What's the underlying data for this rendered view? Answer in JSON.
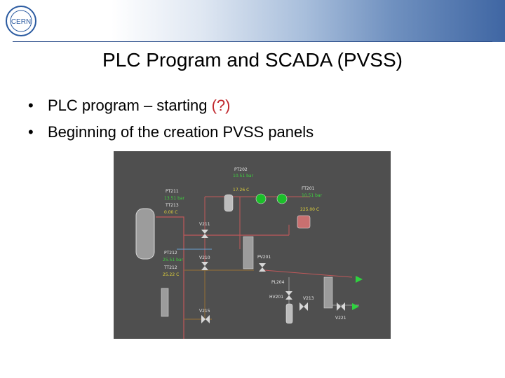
{
  "slide": {
    "title": "PLC Program and SCADA (PVSS)",
    "bullets": [
      {
        "text": "PLC program – starting",
        "highlight": "(?)"
      },
      {
        "text": "Beginning of the creation PVSS panels"
      }
    ]
  },
  "logo": {
    "text": "CERN"
  },
  "scada": {
    "PT202": {
      "label": "PT202",
      "value": "10.51 bar"
    },
    "PT201": {
      "label": "PT211",
      "value": "13.51 bar"
    },
    "TT213": {
      "label": "TT213",
      "value": "0.00 C"
    },
    "TT202": {
      "value": "17.26 C"
    },
    "FT201": {
      "label": "FT201",
      "value": "10.51 bar"
    },
    "TT201": {
      "value": "225.00 C"
    },
    "PT212": {
      "label": "PT212",
      "value": "25.51 bar"
    },
    "TT212": {
      "label": "TT212",
      "value": "25.22 C"
    },
    "V211": {
      "label": "V211"
    },
    "V210": {
      "label": "V210"
    },
    "PV201": {
      "label": "PV201"
    },
    "PL204": {
      "label": "PL204"
    },
    "HV201": {
      "label": "HV201"
    },
    "V213": {
      "label": "V213"
    },
    "V215": {
      "label": "V215"
    },
    "V221": {
      "label": "V221"
    },
    "colors": {
      "panel": "#4f4f4f",
      "pipe_red": "#c0585a",
      "pipe_brown": "#8a6a3a",
      "value_green": "#3fd23f",
      "flow_green": "#2fd23f"
    }
  }
}
